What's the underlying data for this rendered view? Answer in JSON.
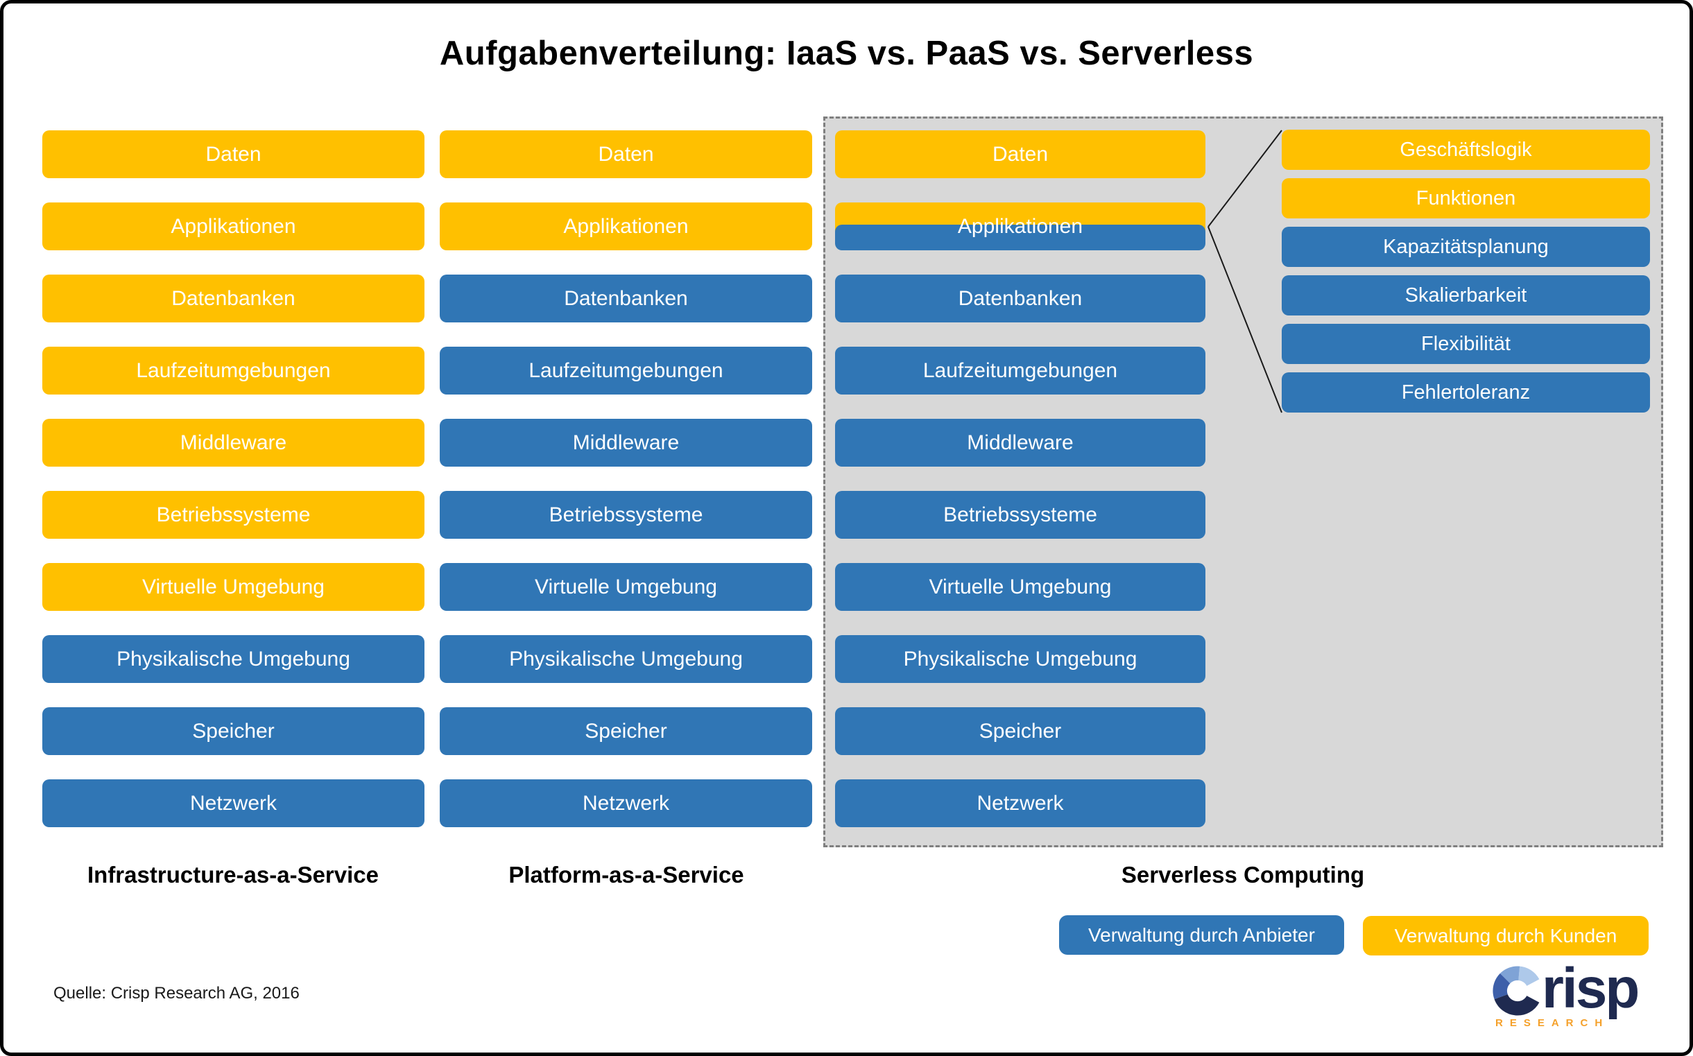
{
  "title": "Aufgabenverteilung: IaaS vs. PaaS vs. Serverless",
  "colors": {
    "customer_yellow": "#FFC000",
    "provider_blue": "#3076B5",
    "panel_gray": "#D8D8D8",
    "logo_navy": "#1F2A50",
    "logo_orange": "#F5A12B",
    "logo_c_pale": "#AEC9EA",
    "logo_c_light": "#7FA3D6",
    "logo_c_mid": "#3D5FA9"
  },
  "columns": [
    {
      "id": "iaas",
      "label": "Infrastructure-as-a-Service",
      "bars": [
        {
          "label": "Daten",
          "managed_by": "customer"
        },
        {
          "label": "Applikationen",
          "managed_by": "customer"
        },
        {
          "label": "Datenbanken",
          "managed_by": "customer"
        },
        {
          "label": "Laufzeitumgebungen",
          "managed_by": "customer"
        },
        {
          "label": "Middleware",
          "managed_by": "customer"
        },
        {
          "label": "Betriebssysteme",
          "managed_by": "customer"
        },
        {
          "label": "Virtuelle Umgebung",
          "managed_by": "customer"
        },
        {
          "label": "Physikalische Umgebung",
          "managed_by": "provider"
        },
        {
          "label": "Speicher",
          "managed_by": "provider"
        },
        {
          "label": "Netzwerk",
          "managed_by": "provider"
        }
      ]
    },
    {
      "id": "paas",
      "label": "Platform-as-a-Service",
      "bars": [
        {
          "label": "Daten",
          "managed_by": "customer"
        },
        {
          "label": "Applikationen",
          "managed_by": "customer"
        },
        {
          "label": "Datenbanken",
          "managed_by": "provider"
        },
        {
          "label": "Laufzeitumgebungen",
          "managed_by": "provider"
        },
        {
          "label": "Middleware",
          "managed_by": "provider"
        },
        {
          "label": "Betriebssysteme",
          "managed_by": "provider"
        },
        {
          "label": "Virtuelle Umgebung",
          "managed_by": "provider"
        },
        {
          "label": "Physikalische Umgebung",
          "managed_by": "provider"
        },
        {
          "label": "Speicher",
          "managed_by": "provider"
        },
        {
          "label": "Netzwerk",
          "managed_by": "provider"
        }
      ]
    },
    {
      "id": "serverless",
      "label": "Serverless Computing",
      "bars": [
        {
          "label": "Daten",
          "managed_by": "customer"
        },
        {
          "label": "Applikationen",
          "managed_by": "split"
        },
        {
          "label": "Datenbanken",
          "managed_by": "provider"
        },
        {
          "label": "Laufzeitumgebungen",
          "managed_by": "provider"
        },
        {
          "label": "Middleware",
          "managed_by": "provider"
        },
        {
          "label": "Betriebssysteme",
          "managed_by": "provider"
        },
        {
          "label": "Virtuelle Umgebung",
          "managed_by": "provider"
        },
        {
          "label": "Physikalische Umgebung",
          "managed_by": "provider"
        },
        {
          "label": "Speicher",
          "managed_by": "provider"
        },
        {
          "label": "Netzwerk",
          "managed_by": "provider"
        }
      ]
    }
  ],
  "serverless_detail": {
    "bars": [
      {
        "label": "Geschäftslogik",
        "managed_by": "customer"
      },
      {
        "label": "Funktionen",
        "managed_by": "customer"
      },
      {
        "label": "Kapazitätsplanung",
        "managed_by": "provider"
      },
      {
        "label": "Skalierbarkeit",
        "managed_by": "provider"
      },
      {
        "label": "Flexibilität",
        "managed_by": "provider"
      },
      {
        "label": "Fehlertoleranz",
        "managed_by": "provider"
      }
    ]
  },
  "legend": [
    {
      "label": "Verwaltung durch Anbieter",
      "managed_by": "provider"
    },
    {
      "label": "Verwaltung durch Kunden",
      "managed_by": "customer"
    }
  ],
  "source": "Quelle: Crisp Research AG, 2016",
  "logo": {
    "word_tail": "risp",
    "sub": "RESEARCH"
  }
}
